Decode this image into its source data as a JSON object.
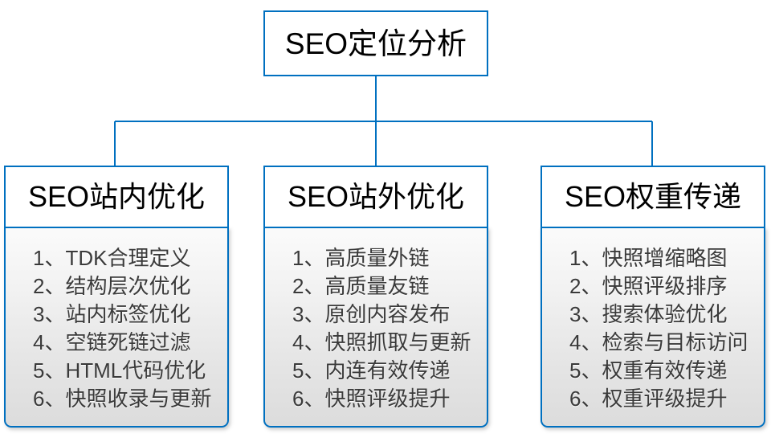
{
  "diagram": {
    "type": "org-chart",
    "colors": {
      "line": "#0070C0",
      "border": "#0070C0",
      "header_background": "#ffffff",
      "body_gradient_top": "#fbfbfb",
      "body_gradient_bottom": "#dcdcdc",
      "title_text": "#000000",
      "item_text": "#3a3a3a"
    },
    "root": {
      "title": "SEO定位分析"
    },
    "branches": [
      {
        "title": "SEO站内优化",
        "items": [
          "1、TDK合理定义",
          "2、结构层次优化",
          "3、站内标签优化",
          "4、空链死链过滤",
          "5、HTML代码优化",
          "6、快照收录与更新"
        ]
      },
      {
        "title": "SEO站外优化",
        "items": [
          "1、高质量外链",
          "2、高质量友链",
          "3、原创内容发布",
          "4、快照抓取与更新",
          "5、内连有效传递",
          "6、快照评级提升"
        ]
      },
      {
        "title": "SEO权重传递",
        "items": [
          "1、快照增缩略图",
          "2、快照评级排序",
          "3、搜索体验优化",
          "4、检索与目标访问",
          "5、权重有效传递",
          "6、权重评级提升"
        ]
      }
    ]
  }
}
